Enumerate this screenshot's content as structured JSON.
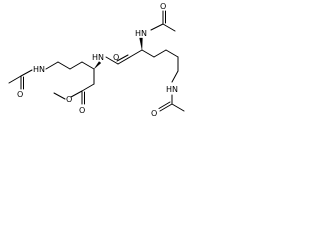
{
  "diagram": {
    "type": "chemical-structure",
    "atom_labels": {
      "nh_left": "HN",
      "o_acetyl_left": "O",
      "nh_amide": "HN",
      "o_amide": "O",
      "nh_top": "HN",
      "o_acetyl_top": "O",
      "o_ester_methoxy": "O",
      "o_ester_carbonyl": "O",
      "nh_right": "HN",
      "o_acetyl_right": "O"
    },
    "colors": {
      "bond": "#000000",
      "label": "#000000",
      "background": "#ffffff"
    }
  }
}
